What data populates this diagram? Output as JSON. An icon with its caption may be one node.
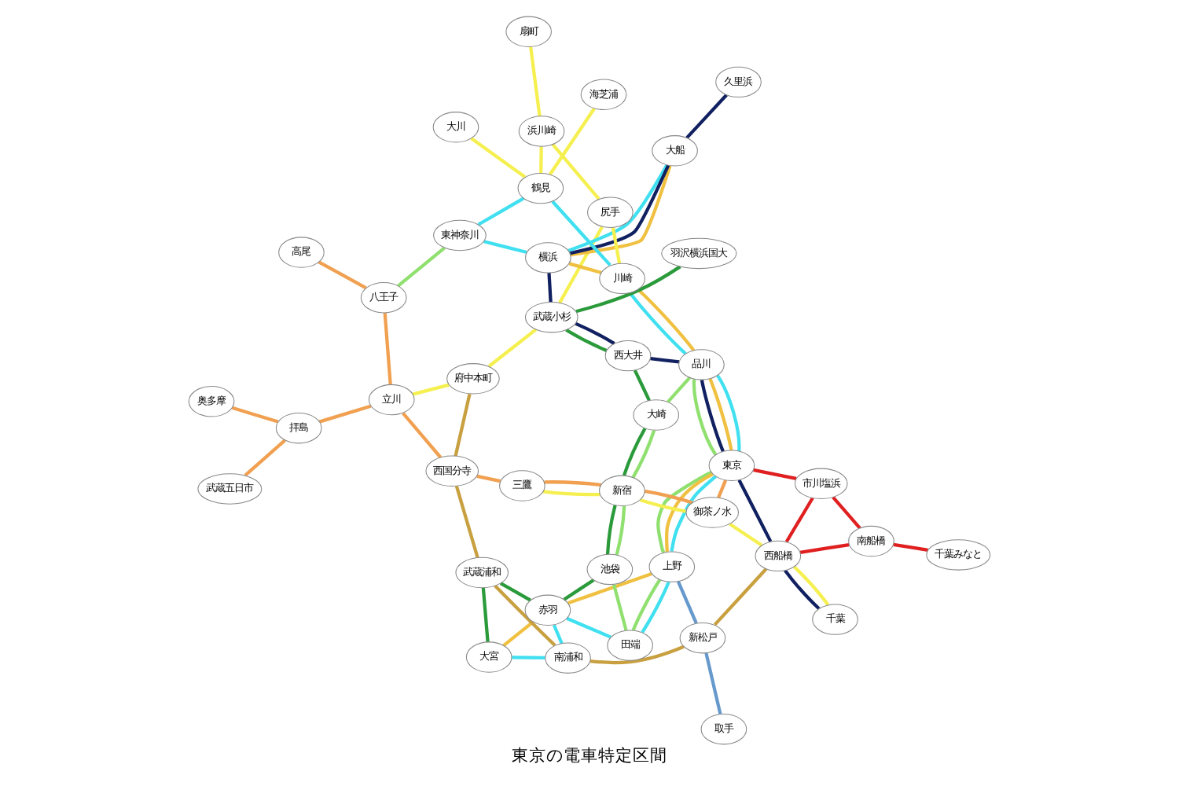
{
  "diagram": {
    "caption": "東京の電車特定区間",
    "nodes": [
      {
        "text": [
          "大宮"
        ]
      },
      {
        "text": [
          "南浦和"
        ]
      },
      {
        "text": [
          "武蔵浦和"
        ]
      },
      {
        "text": [
          "赤羽"
        ]
      },
      {
        "text": [
          "池袋"
        ]
      },
      {
        "text": [
          "田端"
        ]
      },
      {
        "text": [
          "上野"
        ]
      },
      {
        "text": [
          "新宿"
        ]
      },
      {
        "text": [
          "御茶ノ水"
        ]
      },
      {
        "text": [
          "東京"
        ]
      },
      {
        "text": [
          "取手"
        ]
      },
      {
        "text": [
          "新松戸"
        ]
      },
      {
        "text": [
          "西船橋"
        ]
      },
      {
        "text": [
          "市川塩浜"
        ]
      },
      {
        "text": [
          "南船橋"
        ]
      },
      {
        "text": [
          "千葉みなと"
        ]
      },
      {
        "text": [
          "千葉"
        ]
      },
      {
        "text": [
          "奥多摩"
        ]
      },
      {
        "text": [
          "武蔵五日市"
        ]
      },
      {
        "text": [
          "拝島"
        ]
      },
      {
        "text": [
          "高尾"
        ]
      },
      {
        "text": [
          "八王子"
        ]
      },
      {
        "text": [
          "立川"
        ]
      },
      {
        "text": [
          "西国分寺"
        ]
      },
      {
        "text": [
          "三鷹"
        ]
      },
      {
        "text": [
          "府中本町"
        ]
      },
      {
        "text": [
          "大崎"
        ]
      },
      {
        "text": [
          "品川"
        ]
      },
      {
        "text": [
          "西大井"
        ]
      },
      {
        "text": [
          "武蔵小杉"
        ]
      },
      {
        "text": [
          "羽沢横浜国大"
        ]
      },
      {
        "text": [
          "横浜"
        ]
      },
      {
        "text": [
          "東神奈川"
        ]
      },
      {
        "text": [
          "鶴見"
        ]
      },
      {
        "text": [
          "尻手"
        ]
      },
      {
        "text": [
          "川崎"
        ]
      },
      {
        "text": [
          "浜川崎"
        ]
      },
      {
        "text": [
          "海芝浦"
        ]
      },
      {
        "text": [
          "大川"
        ]
      },
      {
        "text": [
          "扇町"
        ]
      },
      {
        "text": [
          "大船"
        ]
      },
      {
        "text": [
          "久里浜"
        ]
      }
    ],
    "edges": [
      {
        "from": 17,
        "to": 19,
        "arrow": "none",
        "color": "#f0a050"
      },
      {
        "from": 18,
        "to": 19,
        "arrow": "none",
        "color": "#f0a050"
      },
      {
        "from": 19,
        "to": 22,
        "arrow": "none",
        "color": "#f0a050"
      },
      {
        "from": 20,
        "to": 21,
        "arrow": "none",
        "color": "#f0a050"
      },
      {
        "from": 21,
        "to": 22,
        "arrow": "none",
        "color": "#f0a050"
      },
      {
        "from": 22,
        "to": 23,
        "arrow": "none",
        "color": "#f0a050"
      },
      {
        "from": 23,
        "to": 24,
        "arrow": "none",
        "color": "#f0a050"
      },
      {
        "from": 24,
        "to": 7,
        "arrow": "none",
        "color": "#f0a050"
      },
      {
        "from": 7,
        "to": 8,
        "arrow": "none",
        "color": "#f0a050"
      },
      {
        "from": 8,
        "to": 9,
        "arrow": "none",
        "color": "#f0a050"
      },
      {
        "from": 24,
        "to": 7,
        "arrow": "none",
        "color": "#f5f050"
      },
      {
        "from": 7,
        "to": 8,
        "arrow": "none",
        "color": "#f5f050"
      },
      {
        "from": 8,
        "to": 12,
        "arrow": "none",
        "color": "#f5f050"
      },
      {
        "from": 12,
        "to": 16,
        "arrow": "none",
        "color": "#f5f050"
      },
      {
        "from": 22,
        "to": 25,
        "arrow": "none",
        "color": "#f5f050"
      },
      {
        "from": 25,
        "to": 29,
        "arrow": "none",
        "color": "#f5f050"
      },
      {
        "from": 29,
        "to": 34,
        "arrow": "none",
        "color": "#f5f050"
      },
      {
        "from": 34,
        "to": 35,
        "arrow": "none",
        "color": "#f5f050"
      },
      {
        "from": 34,
        "to": 36,
        "arrow": "none",
        "color": "#f5f050"
      },
      {
        "from": 33,
        "to": 37,
        "arrow": "none",
        "color": "#f5f050"
      },
      {
        "from": 33,
        "to": 38,
        "arrow": "none",
        "color": "#f5f050"
      },
      {
        "from": 33,
        "to": 36,
        "arrow": "none",
        "color": "#f5f050"
      },
      {
        "from": 36,
        "to": 39,
        "arrow": "none",
        "color": "#f5f050"
      },
      {
        "from": 25,
        "to": 23,
        "arrow": "none",
        "color": "#c8a040"
      },
      {
        "from": 23,
        "to": 2,
        "arrow": "none",
        "color": "#c8a040"
      },
      {
        "from": 2,
        "to": 1,
        "arrow": "none",
        "color": "#c8a040"
      },
      {
        "from": 1,
        "to": 11,
        "arrow": "none",
        "color": "#c8a040"
      },
      {
        "from": 11,
        "to": 12,
        "arrow": "none",
        "color": "#c8a040"
      },
      {
        "from": 0,
        "to": 2,
        "arrow": "none",
        "color": "#2a9a3a"
      },
      {
        "from": 2,
        "to": 3,
        "arrow": "none",
        "color": "#2a9a3a"
      },
      {
        "from": 3,
        "to": 4,
        "arrow": "none",
        "color": "#2a9a3a"
      },
      {
        "from": 4,
        "to": 7,
        "arrow": "none",
        "color": "#2a9a3a"
      },
      {
        "from": 7,
        "to": 26,
        "arrow": "none",
        "color": "#2a9a3a"
      },
      {
        "from": 26,
        "to": 28,
        "arrow": "none",
        "color": "#2a9a3a"
      },
      {
        "from": 28,
        "to": 29,
        "arrow": "none",
        "color": "#2a9a3a"
      },
      {
        "from": 29,
        "to": 30,
        "arrow": "none",
        "color": "#2a9a3a"
      },
      {
        "from": 4,
        "to": 5,
        "arrow": "none",
        "color": "#90e070"
      },
      {
        "from": 5,
        "to": 6,
        "arrow": "none",
        "color": "#90e070"
      },
      {
        "from": 6,
        "to": 9,
        "arrow": "none",
        "color": "#90e070"
      },
      {
        "from": 9,
        "to": 27,
        "arrow": "none",
        "color": "#90e070"
      },
      {
        "from": 27,
        "to": 26,
        "arrow": "none",
        "color": "#90e070"
      },
      {
        "from": 26,
        "to": 7,
        "arrow": "none",
        "color": "#90e070"
      },
      {
        "from": 7,
        "to": 4,
        "arrow": "none",
        "color": "#90e070"
      },
      {
        "from": 21,
        "to": 32,
        "arrow": "none",
        "color": "#90e070"
      },
      {
        "from": 0,
        "to": 1,
        "arrow": "none",
        "color": "#40e0f0"
      },
      {
        "from": 1,
        "to": 3,
        "arrow": "none",
        "color": "#40e0f0"
      },
      {
        "from": 3,
        "to": 5,
        "arrow": "none",
        "color": "#40e0f0"
      },
      {
        "from": 5,
        "to": 6,
        "arrow": "none",
        "color": "#40e0f0"
      },
      {
        "from": 6,
        "to": 9,
        "arrow": "none",
        "color": "#40e0f0"
      },
      {
        "from": 9,
        "to": 27,
        "arrow": "none",
        "color": "#40e0f0"
      },
      {
        "from": 27,
        "to": 35,
        "arrow": "none",
        "color": "#40e0f0"
      },
      {
        "from": 35,
        "to": 33,
        "arrow": "none",
        "color": "#40e0f0"
      },
      {
        "from": 33,
        "to": 32,
        "arrow": "none",
        "color": "#40e0f0"
      },
      {
        "from": 32,
        "to": 31,
        "arrow": "none",
        "color": "#40e0f0"
      },
      {
        "from": 31,
        "to": 40,
        "arrow": "none",
        "color": "#40e0f0"
      },
      {
        "from": 0,
        "to": 3,
        "arrow": "none",
        "color": "#f0c040"
      },
      {
        "from": 3,
        "to": 6,
        "arrow": "none",
        "color": "#f0c040"
      },
      {
        "from": 6,
        "to": 9,
        "arrow": "none",
        "color": "#f0c040"
      },
      {
        "from": 9,
        "to": 27,
        "arrow": "none",
        "color": "#f0c040"
      },
      {
        "from": 27,
        "to": 35,
        "arrow": "none",
        "color": "#f0c040"
      },
      {
        "from": 35,
        "to": 31,
        "arrow": "none",
        "color": "#f0c040"
      },
      {
        "from": 31,
        "to": 40,
        "arrow": "none",
        "color": "#f0c040"
      },
      {
        "from": 16,
        "to": 12,
        "arrow": "none",
        "color": "#102060"
      },
      {
        "from": 12,
        "to": 9,
        "arrow": "none",
        "color": "#102060"
      },
      {
        "from": 9,
        "to": 27,
        "arrow": "none",
        "color": "#102060"
      },
      {
        "from": 27,
        "to": 28,
        "arrow": "none",
        "color": "#102060"
      },
      {
        "from": 28,
        "to": 29,
        "arrow": "none",
        "color": "#102060"
      },
      {
        "from": 29,
        "to": 31,
        "arrow": "none",
        "color": "#102060"
      },
      {
        "from": 31,
        "to": 40,
        "arrow": "none",
        "color": "#102060"
      },
      {
        "from": 40,
        "to": 41,
        "arrow": "none",
        "color": "#102060"
      },
      {
        "from": 10,
        "to": 11,
        "arrow": "none",
        "color": "#6699cc"
      },
      {
        "from": 11,
        "to": 6,
        "arrow": "none",
        "color": "#6699cc"
      },
      {
        "from": 9,
        "to": 13,
        "arrow": "none",
        "color": "#e02020"
      },
      {
        "from": 13,
        "to": 12,
        "arrow": "none",
        "color": "#e02020"
      },
      {
        "from": 13,
        "to": 14,
        "arrow": "none",
        "color": "#e02020"
      },
      {
        "from": 12,
        "to": 14,
        "arrow": "none",
        "color": "#e02020"
      },
      {
        "from": 14,
        "to": 15,
        "arrow": "none",
        "color": "#e02020"
      }
    ]
  }
}
